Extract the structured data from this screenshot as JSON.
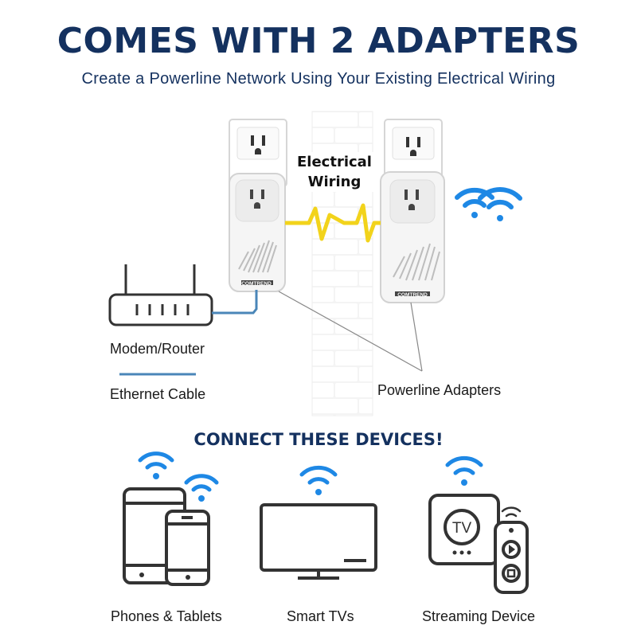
{
  "header": {
    "title": "COMES WITH 2 ADAPTERS",
    "subtitle": "Create a Powerline Network Using Your Existing Electrical Wiring"
  },
  "diagram": {
    "wiring_line1": "Electrical",
    "wiring_line2": "Wiring",
    "modem_label": "Modem/Router",
    "cable_label": "Ethernet Cable",
    "adapters_label": "Powerline Adapters",
    "brand_left": "COMTREND",
    "brand_right": "COMTREND"
  },
  "devices": {
    "section_title": "CONNECT THESE DEVICES!",
    "items": [
      {
        "label": "Phones & Tablets",
        "icon": "phone-tablet-icon"
      },
      {
        "label": "Smart TVs",
        "icon": "tv-icon"
      },
      {
        "label": "Streaming Device",
        "icon": "streaming-device-icon",
        "screen_text": "TV"
      }
    ]
  },
  "colors": {
    "navy": "#14315f",
    "wifi_blue": "#1e88e5",
    "ethernet_blue": "#4a86b8",
    "spark_yellow": "#f2d31b",
    "icon_gray": "#333333"
  }
}
